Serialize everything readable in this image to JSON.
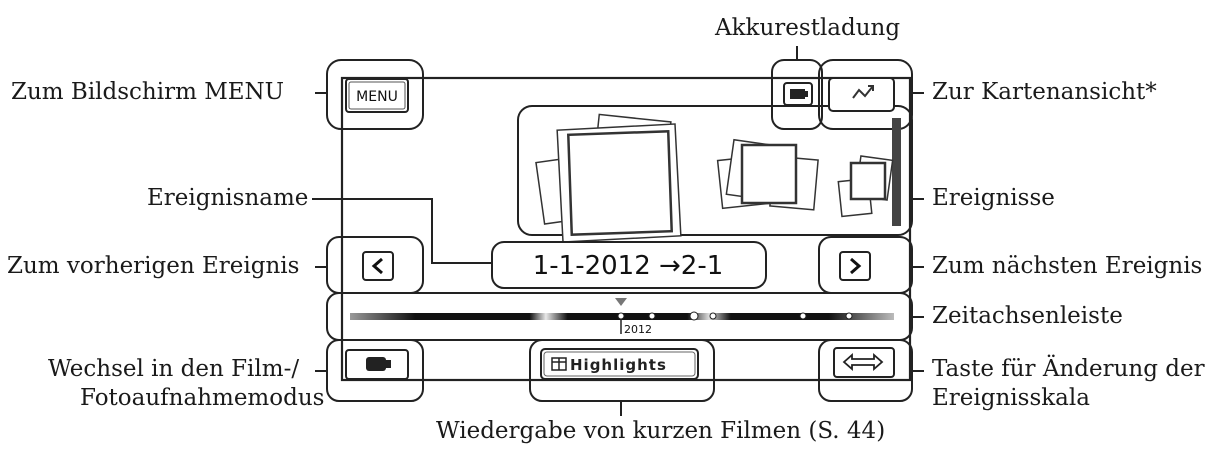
{
  "labels": {
    "akkurestladung": "Akkurestladung",
    "menu_screen": "Zum Bildschirm MENU",
    "map_view": "Zur Kartenansicht*",
    "event_name": "Ereignisname",
    "events": "Ereignisse",
    "prev_event": "Zum vorherigen Ereignis",
    "next_event": "Zum nächsten Ereignis",
    "timeline": "Zeitachsenleiste",
    "mode_line1": "Wechsel in den Film-/",
    "mode_line2": "Fotoaufnahmemodus",
    "scale_line1": "Taste für Änderung der",
    "scale_line2": "Ereignisskala",
    "highlights_playback": "Wiedergabe von kurzen Filmen (S. 44)"
  },
  "screen": {
    "menu_button": "MENU",
    "event_date": "1-1-2012 →2-1",
    "timeline_year": "2012",
    "highlights_button": "Highlights"
  },
  "icons": {
    "battery": "battery-icon",
    "map": "map-view-icon",
    "prev": "chevron-left-icon",
    "next": "chevron-right-icon",
    "mode": "camera-mode-icon",
    "highlights": "film-highlights-icon",
    "scale": "double-arrow-icon"
  }
}
